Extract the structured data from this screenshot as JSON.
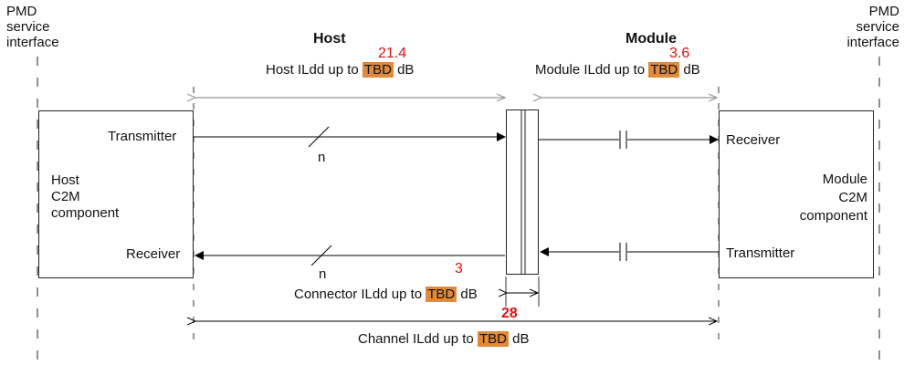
{
  "left_interface": {
    "line1": "PMD",
    "line2": "service",
    "line3": "interface"
  },
  "right_interface": {
    "line1": "PMD",
    "line2": "service",
    "line3": "interface"
  },
  "host": {
    "heading": "Host",
    "budget_value": "21.4",
    "budget_prefix": "Host ILdd up to ",
    "budget_tbd": "TBD",
    "budget_unit": " dB",
    "transmitter": "Transmitter",
    "receiver": "Receiver",
    "component_line1": "Host",
    "component_line2": "C2M",
    "component_line3": "component"
  },
  "module": {
    "heading": "Module",
    "budget_value": "3.6",
    "budget_prefix": "Module ILdd up to ",
    "budget_tbd": "TBD",
    "budget_unit": " dB",
    "receiver": "Receiver",
    "transmitter": "Transmitter",
    "component_line1": "Module",
    "component_line2": "C2M",
    "component_line3": "component"
  },
  "lanes": {
    "top_label": "n",
    "bottom_label": "n"
  },
  "connector": {
    "budget_value": "3",
    "budget_prefix": "Connector ILdd up to ",
    "budget_tbd": "TBD",
    "budget_unit": " dB"
  },
  "channel": {
    "budget_value": "28",
    "budget_prefix": "Channel ILdd up to ",
    "budget_tbd": "TBD",
    "budget_unit": " dB"
  },
  "colors": {
    "tbd_highlight": "#e08a3a",
    "annotation_red": "#e01010",
    "dimension_gray": "#999999"
  }
}
